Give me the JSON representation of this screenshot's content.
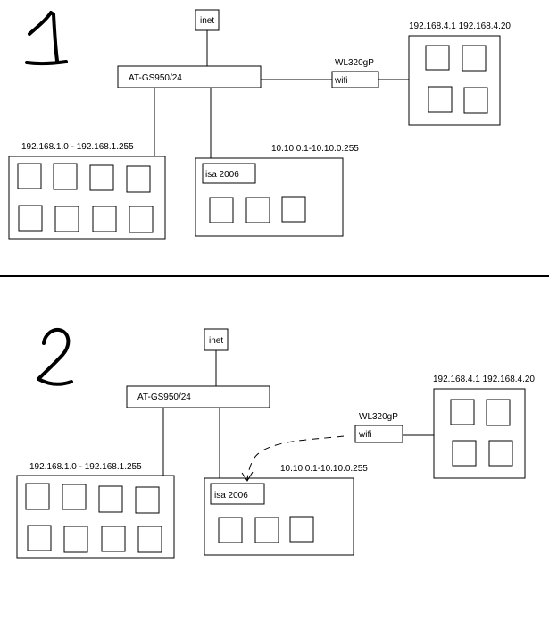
{
  "diagram1": {
    "number": "1",
    "inet": "inet",
    "switch": "AT-GS950/24",
    "ap_model": "WL320gP",
    "wifi": "wifi",
    "remote_range": "192.168.4.1 192.168.4.20",
    "lan_range": "192.168.1.0 - 192.168.1.255",
    "dmz_range": "10.10.0.1-10.10.0.255",
    "isa": "isa 2006"
  },
  "divider": true,
  "diagram2": {
    "number": "2",
    "inet": "inet",
    "switch": "AT-GS950/24",
    "ap_model": "WL320gP",
    "wifi": "wifi",
    "remote_range": "192.168.4.1 192.168.4.20",
    "lan_range": "192.168.1.0 - 192.168.1.255",
    "dmz_range": "10.10.0.1-10.10.0.255",
    "isa": "isa 2006"
  },
  "style": {
    "stroke": "#000000",
    "background": "#ffffff"
  }
}
